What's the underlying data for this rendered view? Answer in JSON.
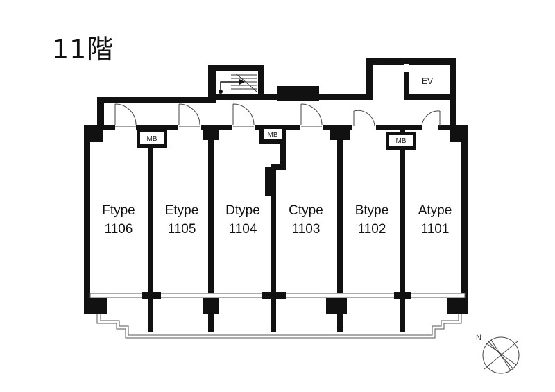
{
  "floor": {
    "title": "11階"
  },
  "units": [
    {
      "type": "Ftype",
      "number": "1106"
    },
    {
      "type": "Etype",
      "number": "1105"
    },
    {
      "type": "Dtype",
      "number": "1104"
    },
    {
      "type": "Ctype",
      "number": "1103"
    },
    {
      "type": "Btype",
      "number": "1102"
    },
    {
      "type": "Atype",
      "number": "1101"
    }
  ],
  "meter_boxes": [
    "MB",
    "MB",
    "MB"
  ],
  "elevator": {
    "label": "EV"
  },
  "compass": {
    "north_label": "N"
  }
}
